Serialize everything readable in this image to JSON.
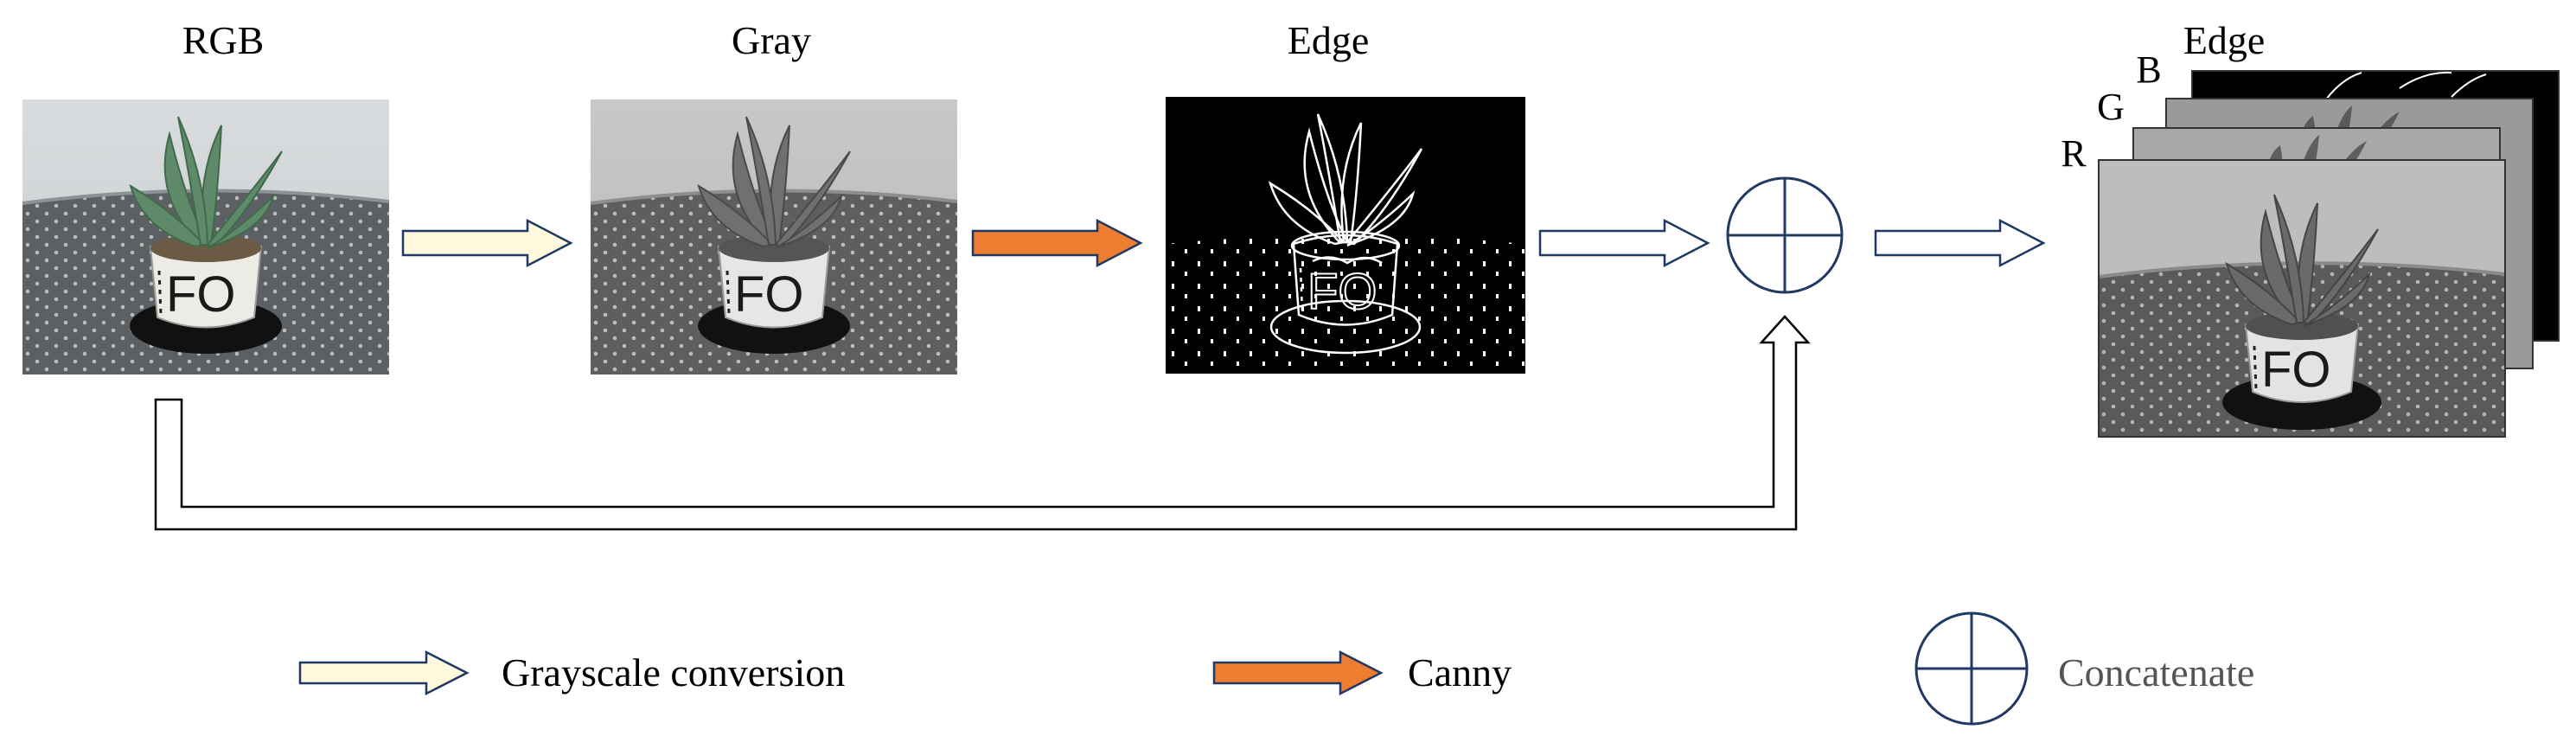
{
  "stages": {
    "rgb": "RGB",
    "gray": "Gray",
    "edge": "Edge"
  },
  "output": {
    "channel_r": "R",
    "channel_g": "G",
    "channel_b": "B",
    "channel_edge": "Edge"
  },
  "legend": {
    "grayscale": "Grayscale conversion",
    "canny": "Canny",
    "concatenate": "Concatenate"
  },
  "colors": {
    "grayscale_arrow_fill": "#FFF8DC",
    "canny_arrow_fill": "#ED7D31",
    "outline": "#1F3864",
    "concat_text": "#555555"
  }
}
